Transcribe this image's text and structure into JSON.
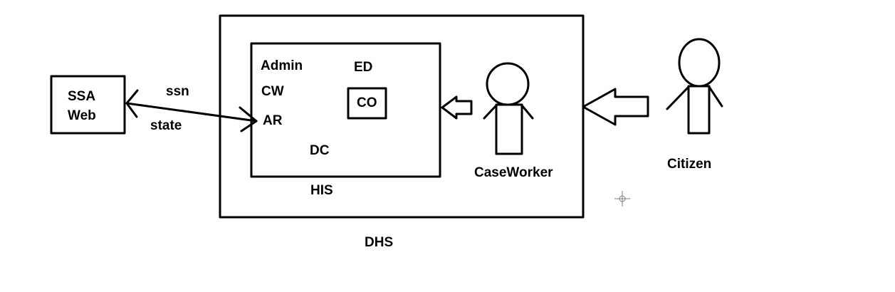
{
  "colors": {
    "ink": "#000000",
    "background": "#ffffff",
    "cursor": "#7f7f7f"
  },
  "ssa": {
    "line1": "SSA",
    "line2": "Web"
  },
  "link": {
    "top_label": "ssn",
    "bottom_label": "state"
  },
  "his": {
    "label": "HIS",
    "modules": {
      "admin": "Admin",
      "cw": "CW",
      "ar": "AR",
      "ed": "ED",
      "co": "CO",
      "dc": "DC"
    }
  },
  "dhs": {
    "label": "DHS"
  },
  "actors": {
    "caseworker": "CaseWorker",
    "citizen": "Citizen"
  },
  "icons": {
    "cursor": "crosshair-cursor-icon"
  }
}
